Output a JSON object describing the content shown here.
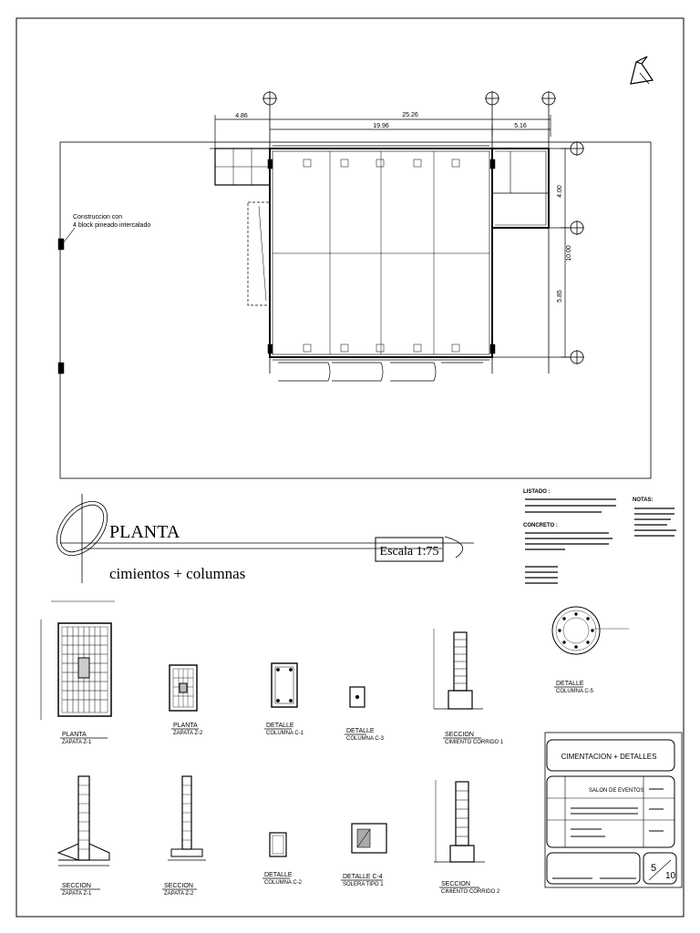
{
  "plan": {
    "dim_total": "25.26",
    "dim_left": "4.86",
    "dim_middle": "19.96",
    "dim_right": "5.16",
    "dim_v_top": "4.00",
    "dim_v_total": "10.00",
    "dim_v_bottom": "5.85",
    "construction_note_line1": "Construccion con",
    "construction_note_line2": "4 block pineado intercalado"
  },
  "title_block_main": {
    "title": "PLANTA",
    "subtitle": "cimientos + columnas",
    "scale": "Escala 1:75"
  },
  "notes": {
    "header_left": "LISTADO :",
    "header_concrete": "CONCRETO :",
    "header_right": "NOTAS:"
  },
  "details": {
    "planta_z1": "PLANTA",
    "planta_z1_sub": "ZAPATA Z-1",
    "planta_z2": "PLANTA",
    "planta_z2_sub": "ZAPATA Z-2",
    "detalle_c1": "DETALLE",
    "detalle_c1_sub": "COLUMNA C-1",
    "detalle_c3": "DETALLE",
    "detalle_c3_sub": "COLUMNA C-3",
    "seccion_cc1": "SECCION",
    "seccion_cc1_sub": "CIMIENTO CORRIDO 1",
    "detalle_c5": "DETALLE",
    "detalle_c5_sub": "COLUMNA C-5",
    "seccion_z1": "SECCION",
    "seccion_z1_sub": "ZAPATA Z-1",
    "seccion_z2": "SECCION",
    "seccion_z2_sub": "ZAPATA Z-2",
    "detalle_c2": "DETALLE",
    "detalle_c2_sub": "COLUMNA C-2",
    "detalle_c4": "DETALLE C-4",
    "detalle_c4_sub": "SOLERA TIPO 1",
    "seccion_cc2": "SECCION",
    "seccion_cc2_sub": "CIMIENTO CORRIDO 2"
  },
  "title_block": {
    "sheet_title": "CIMENTACION + DETALLES",
    "project": "SALON DE EVENTOS",
    "sheet_number": "5",
    "sheet_total": "10"
  }
}
